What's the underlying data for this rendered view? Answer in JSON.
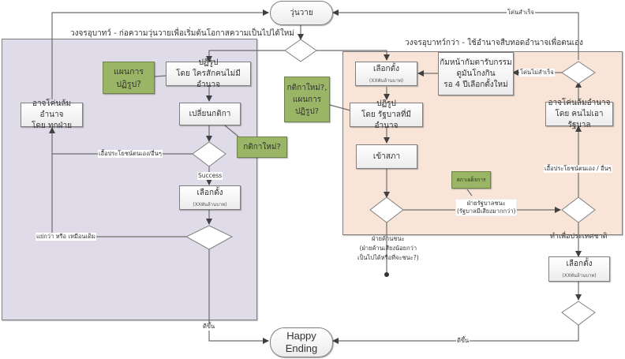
{
  "diagram": {
    "start": {
      "label": "วุ่นวาย"
    },
    "end": {
      "line1": "Happy",
      "line2": "Ending"
    },
    "lanes": {
      "left": {
        "title": "วงจรอุบาทว์ - ก่อความวุ่นวายเพื่อเริ่มต้นโอกาสความเป็นไปได้ใหม่",
        "color": "#e0dbe8"
      },
      "right": {
        "title": "วงจรอุบาทว์กว่า - ใช้อำนาจสืบทอดอำนาจเพื่อตนเอง",
        "color": "#f8e5d8"
      }
    },
    "left_nodes": {
      "reform": {
        "line1": "ปฏิรูป",
        "line2": "โดย ใครสักคนไม่มีอำนาจ"
      },
      "change_rules": {
        "label": "เปลี่ยนกติกา"
      },
      "election": {
        "label": "เลือกตั้ง",
        "sub": "(XXพันล้านบาท)"
      },
      "overthrow": {
        "line1": "อาจโค่นล้มอำนาจ",
        "line2": "โดย ทุกฝ่าย"
      }
    },
    "right_nodes": {
      "election": {
        "label": "เลือกตั้ง",
        "sub": "(XXพันล้านบาท)"
      },
      "reform": {
        "line1": "ปฏิรูป",
        "line2": "โดย รัฐบาลที่มีอำนาจ"
      },
      "parliament": {
        "label": "เข้าสภา"
      },
      "cover_up": {
        "line1": "กัมหน้ากัมตารับกรรม",
        "line2": "ดูมันโกงกิน",
        "line3": "รอ 4 ปีเลือกตั้งใหม่"
      },
      "overthrow": {
        "line1": "อาจโค่นล้มอำนาจ",
        "line2": "โดย คนไม่เอารัฐบาล"
      }
    },
    "bottom_nodes": {
      "election": {
        "label": "เลือกตั้ง",
        "sub": "(XXพันล้านบาท)"
      }
    },
    "notes": {
      "reform_plan": {
        "line1": "แผนการ",
        "line2": "ปฏิรูป?"
      },
      "new_rules": {
        "label": "กติกาใหม่?"
      },
      "new_rules_plan": {
        "line1": "กติกาใหม่?,",
        "line2": "แผนการ",
        "line3": "ปฏิรูป?"
      },
      "dictatorship": {
        "label": "สภาเผด็จการ"
      }
    },
    "edge_labels": {
      "overthrow_success": "โค่นสำเร็จ",
      "overthrow_fail": "โค่นไม่สำเร็จ",
      "self_interest_left": "เอื้อประโยชน์ตนเอง/อื่นๆ",
      "success": "Success",
      "worse_or_same": "แย่กว่า หรือ เหมือนเดิม",
      "better_left": "ดีขึ้น",
      "better_right": "ดีขึ้น",
      "gov_wins_1": "ฝ่ายรัฐบาลชนะ",
      "gov_wins_2": "(รัฐบาลมีเสียงมากกว่า)",
      "opp_wins_1": "ฝ่ายค้านชนะ",
      "opp_wins_2": "(ฝ่ายค้านเสียงน้อยกว่า",
      "opp_wins_3": "เป็นไปได้หรือที่จะชนะ?)",
      "self_interest_right": "เอื้อประโยชน์ตนเอง / อื่นๆ",
      "for_nation": "ทำเพื่อประเทศชาติ"
    },
    "colors": {
      "note_fill": "#9bb567",
      "line": "#595959"
    }
  }
}
